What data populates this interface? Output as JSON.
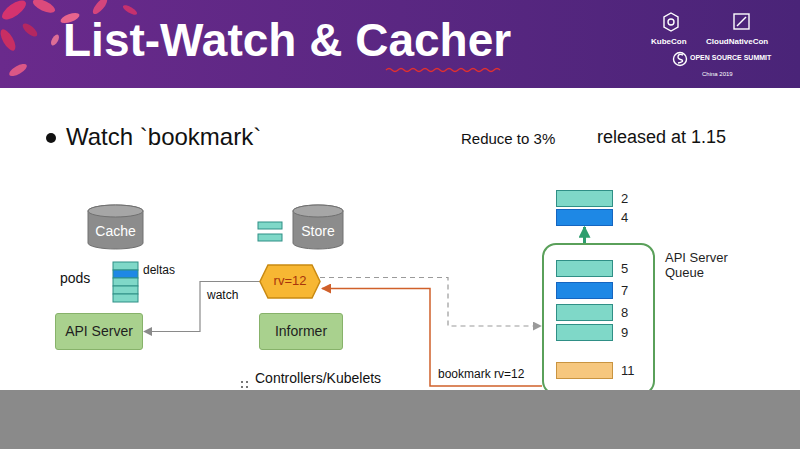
{
  "diagram": {
    "title": "List-Watch & Cacher",
    "nodes": [
      {
        "text": [
          "Cache"
        ]
      },
      {
        "text": [
          "API Server"
        ]
      },
      {
        "text": [
          "Store"
        ]
      },
      {
        "text": [
          "rv=12"
        ]
      },
      {
        "text": [
          "Informer"
        ]
      },
      {
        "text": [
          "2"
        ]
      },
      {
        "text": [
          "4"
        ]
      },
      {
        "text": [
          "API Server Queue"
        ]
      },
      {
        "text": [
          "5"
        ],
        "in": 7
      },
      {
        "text": [
          "7"
        ],
        "in": 7
      },
      {
        "text": [
          "8"
        ],
        "in": 7
      },
      {
        "text": [
          "9"
        ],
        "in": 7
      },
      {
        "text": [
          "11"
        ],
        "in": 7
      }
    ],
    "edges": [
      {
        "from": 3,
        "to": 1,
        "arrow": "to",
        "label": "watch"
      },
      {
        "from": 3,
        "to": 7,
        "arrow": "to"
      },
      {
        "from": 7,
        "to": 3,
        "arrow": "to",
        "label": "bookmark rv=12"
      },
      {
        "from": 7,
        "to": 6,
        "arrow": "to"
      }
    ],
    "labels": [
      "Watch `bookmark`",
      "Reduce to 3%",
      "released at 1.15",
      "pods",
      "deltas",
      "Controllers/Kubelets",
      "KubeCon",
      "CloudNativeCon",
      "OPEN SOURCE SUMMIT",
      "China 2019"
    ]
  }
}
